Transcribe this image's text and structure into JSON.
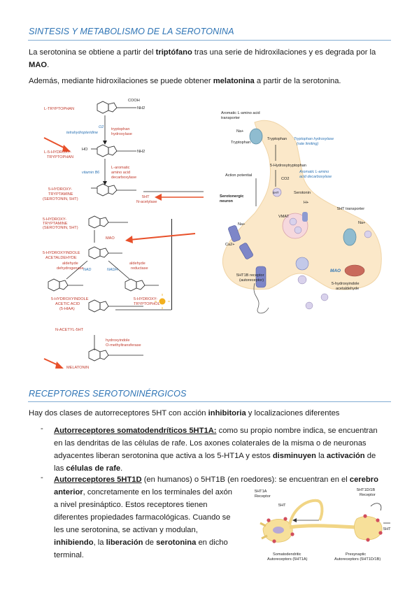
{
  "section1": {
    "title": "SINTESIS Y METABOLISMO DE LA SEROTONINA",
    "para1": {
      "t1": "La serotonina se obtiene a partir del ",
      "b1": "triptófano",
      "t2": " tras una serie de hidroxilaciones y es degrada por la",
      "b2": "MAO",
      "t3": "."
    },
    "para2": {
      "t1": "Además, mediante hidroxilaciones se puede obtener ",
      "b1": "melatonina",
      "t2": " a partir de la serotonina."
    }
  },
  "figure_left": {
    "labels": {
      "l_tryptophan": "L-TRYPTOPHAN",
      "o2": "O2",
      "tetrahydro": "tetrahydropteridine",
      "tryp_hydrox": "tryptophan",
      "tryp_hydrox2": "hydroxylase",
      "l5htp": "L-5-HYDROXY-",
      "l5htp2": "TRYPTOPHAN",
      "vitb6": "vitamin B6",
      "aromatic": "L-aromatic",
      "aromatic2": "amino acid",
      "aromatic3": "decarboxylase",
      "ht5": "5-HYDROXY-",
      "ht5b": "TRYPTAMINE",
      "ht5c": "(SEROTONIN, 5HT)",
      "nacetylase1": "5HT",
      "nacetylase2": "N-acetylase",
      "mao": "MAO",
      "hiaa1": "5-HYDROXYINDOLE",
      "hiaa2": "ACETIC ACID",
      "hiaa3": "(5-HIAA)",
      "tol1": "5-HYDROXY-",
      "tol2": "TRYPTOPHOL",
      "nacetyl": "N-ACETYL-5HT",
      "hiomt1": "hydroxyindole",
      "hiomt2": "O-methyltransferase",
      "melatonin": "MELATONIN",
      "nad": "NAD",
      "nadh": "NADH",
      "ald1": "aldehyde",
      "ald2": "dehydrogenase",
      "ald3": "aldehyde",
      "ald4": "reductase",
      "acetald1": "5-HYDROXYINDOLE",
      "acetald2": "ACETALDEHYDE",
      "ht5d": "5-HYDROXY-",
      "ht5e": "TRYPTAMINE",
      "ht5f": "(SEROTONIN, 5HT)",
      "cooh": "COOH",
      "nh2": "NH2",
      "ho": "HO"
    }
  },
  "figure_right": {
    "labels": {
      "aa_transporter1": "Aromatic L-amino acid",
      "aa_transporter2": "transporter",
      "na": "Na+",
      "tryptophan": "Tryptophan",
      "tryptophan2": "Tryptophan",
      "tph1": "Tryptophan hydroxylase",
      "tph2": "(rate limiting)",
      "htp": "5-Hydroxytryptophan",
      "ap": "Action potential",
      "aadc1": "Aromatic L-amino",
      "aadc2": "acid decarboxylase",
      "co2": "CO2",
      "serotonergic1": "Serotonergic",
      "serotonergic2": "neuron",
      "sht": "5HT",
      "serotonin": "Serotonin",
      "hplus": "H+",
      "vmat": "VMAT",
      "na2": "Na+",
      "sert": "5HT transporter",
      "na3": "Na+",
      "ca": "Ca2+",
      "mao": "MAO",
      "r1b1": "5HT1B receptor",
      "r1b2": "(autoreceptor)",
      "hiald1": "5-hydroxyindole",
      "hiald2": "acetaldehyde"
    }
  },
  "section2": {
    "title": "RECEPTORES SEROTONINÉRGICOS",
    "intro": {
      "t1": "Hay dos clases de autorreceptores 5HT con acción ",
      "b1": "inhibitoria",
      "t2": " y localizaciones diferentes"
    },
    "bullet1": {
      "dash": "-",
      "bu1": "Autorreceptores somatodendríticos 5HT1A:",
      "t1": " como su propio nombre indica, se encuentran",
      "line2": "en las dendritas de las células de rafe. Los axones colaterales de la misma o de neuronas",
      "line3a": "adyacentes liberan serotonina que activa a los 5-HT1A y estos ",
      "line3b": "disminuyen",
      "line3c": " la ",
      "line3d": "activación",
      "line3e": " de",
      "line4a": "las ",
      "line4b": "células de rafe",
      "line4c": "."
    },
    "bullet2": {
      "dash": "-",
      "bu1": "Autorreceptores 5HT1D",
      "t1": " (en humanos) o 5HT1B (en roedores): se encuentran en el ",
      "b1": "cerebro",
      "line2a": "anterior",
      "line2b": ", concretamente en los terminales del axón",
      "line3": "a nivel presináptico. Estos receptores tienen",
      "line4": "diferentes propiedades farmacológicas. Cuando se",
      "line5": "les une serotonina, se activan y modulan,",
      "line6a": "inhibiendo",
      "line6b": ", la ",
      "line6c": "liberación",
      "line6d": " de ",
      "line6e": "serotonina",
      "line6f": " en dicho",
      "line7": "terminal."
    }
  },
  "figure_bottom": {
    "labels": {
      "r1a1": "5HT1A",
      "r1a2": "Receptor",
      "sht1": "5HT",
      "r1d1": "5HT1D/1B",
      "r1d2": "Receptor",
      "sht2": "5HT",
      "cap1a": "Somatodendritic",
      "cap1b": "Autoreceptors (5HT1A)",
      "cap2a": "Presynaptic",
      "cap2b": "Autoreceptors (5HT1D/1B)"
    }
  }
}
